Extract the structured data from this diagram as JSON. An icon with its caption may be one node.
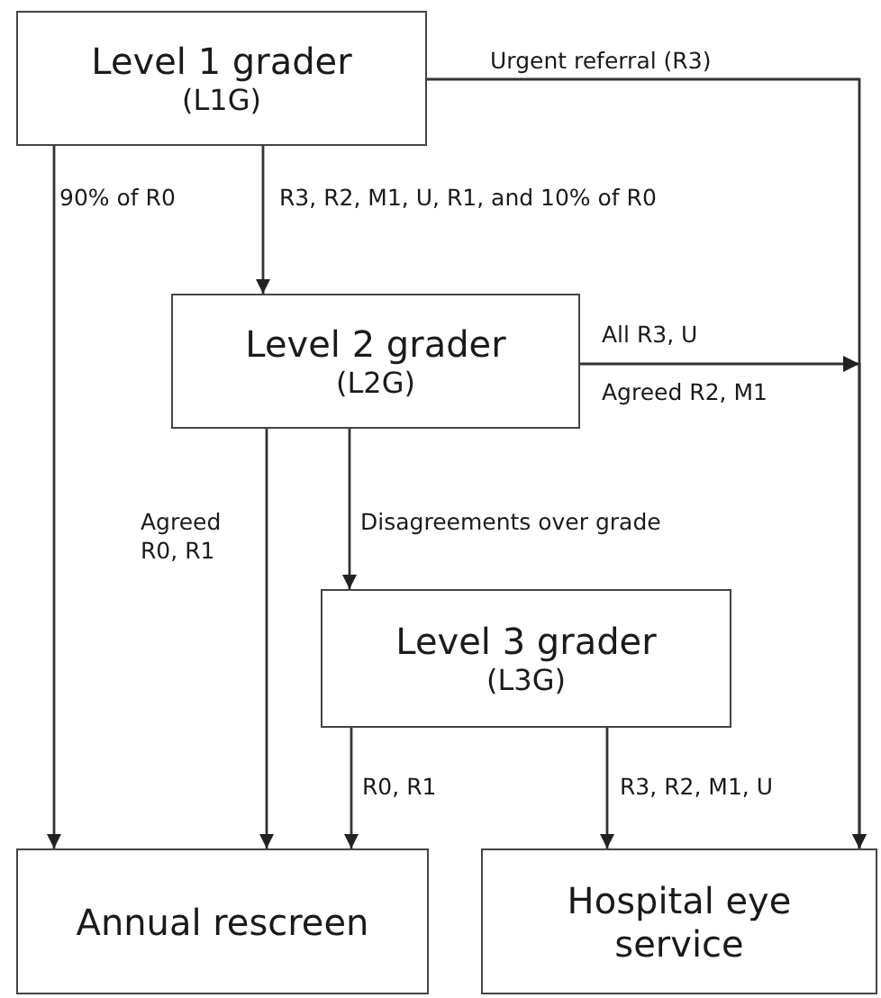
{
  "diagram": {
    "nodes": [
      {
        "text": [
          "Level 1 grader",
          "(L1G)"
        ]
      },
      {
        "text": [
          "Level 2 grader",
          "(L2G)"
        ]
      },
      {
        "text": [
          "Level 3 grader",
          "(L3G)"
        ]
      },
      {
        "text": [
          "Annual rescreen"
        ]
      },
      {
        "text": [
          "Hospital eye service"
        ]
      }
    ],
    "edges": [
      {
        "from": 0,
        "to": 3,
        "arrow": "to",
        "label": "90% of R0"
      },
      {
        "from": 0,
        "to": 1,
        "arrow": "to",
        "label": "R3, R2, M1, U, R1, and 10% of R0"
      },
      {
        "from": 0,
        "to": 4,
        "arrow": "to",
        "label": "Urgent referral (R3)"
      },
      {
        "from": 1,
        "to": 4,
        "arrow": "to",
        "label": "All R3, U"
      },
      {
        "from": 1,
        "to": 3,
        "arrow": "to",
        "label": "Agreed R0, R1"
      },
      {
        "from": 1,
        "to": 2,
        "arrow": "to",
        "label": "Disagreements over grade"
      },
      {
        "from": 2,
        "to": 3,
        "arrow": "to",
        "label": "R0, R1"
      },
      {
        "from": 2,
        "to": 4,
        "arrow": "to",
        "label": "R3, R2, M1, U"
      }
    ],
    "labels": [
      "Agreed R2, M1"
    ]
  }
}
